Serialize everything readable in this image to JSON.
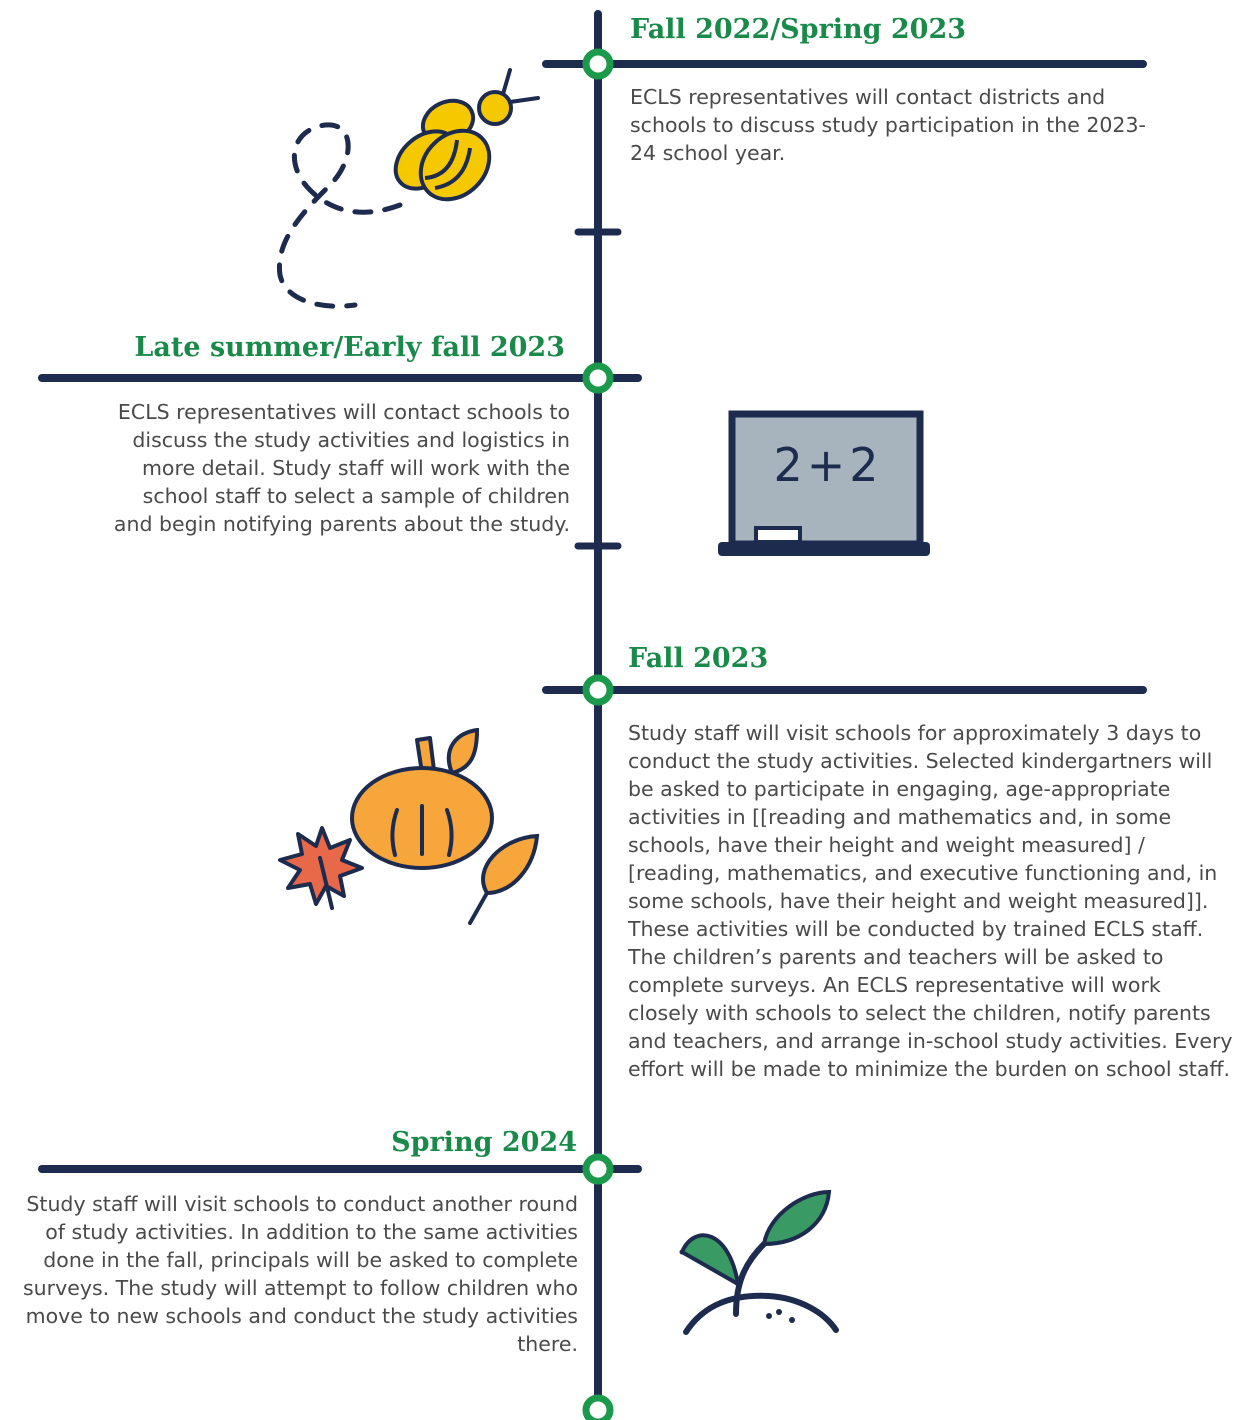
{
  "colors": {
    "timeline": "#1d2b4f",
    "heading": "#1a8a4a",
    "node_ring": "#1a9a4a",
    "text": "#4a4a4a",
    "bee_yellow": "#f6c800",
    "chalkboard": "#a8b4bd",
    "pumpkin": "#f6a63a",
    "leaf_red": "#e8684a",
    "sprout_green": "#3a9a64"
  },
  "events": [
    {
      "heading": "Fall 2022/Spring 2023",
      "text": "ECLS representatives will contact districts and schools to discuss study participation in the 2023-24 school year.",
      "icon": "bee-icon"
    },
    {
      "heading": "Late summer/Early fall 2023",
      "text": "ECLS representatives will contact schools to discuss the study activities and logistics in more detail. Study staff will work with the school staff to select a sample of children and begin notifying parents about the study.",
      "icon": "chalkboard-icon"
    },
    {
      "heading": "Fall 2023",
      "text": "Study staff will visit schools for approximately 3 days to conduct the study activities. Selected kindergartners will be asked to participate in engaging, age-appropriate activities in [[reading and mathematics and, in some schools, have their height and weight measured] / [reading, mathematics, and executive functioning and, in some schools, have their height and weight measured]]. These activities will be conducted by trained ECLS staff. The children’s parents and teachers will be asked to complete surveys. An ECLS representative will work closely with schools to select the children, notify parents and teachers, and arrange in-school study activities. Every effort will be made to minimize the burden on school staff.",
      "icon": "pumpkin-icon"
    },
    {
      "heading": "Spring 2024",
      "text": "Study staff will visit schools to conduct another round of study activities. In addition to the same activities done in the fall, principals will be asked to complete surveys. The study will attempt to follow children who move to new schools and conduct the study activities there.",
      "icon": "sprout-icon"
    }
  ],
  "chalkboard_text": "2+2"
}
